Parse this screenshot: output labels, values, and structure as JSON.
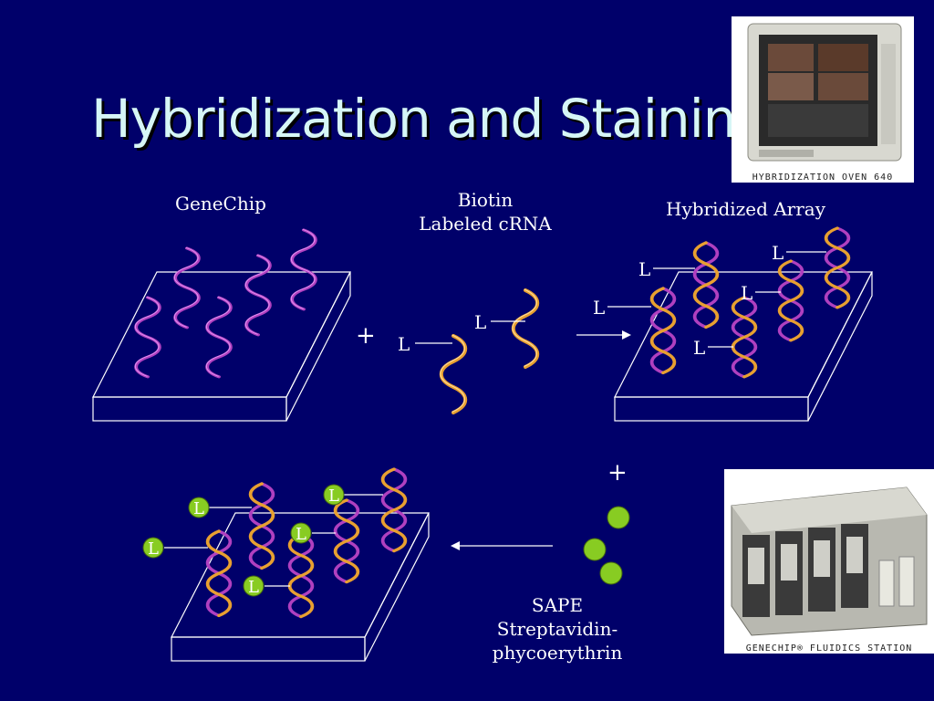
{
  "slide": {
    "title": "Hybridization and Staining"
  },
  "labels": {
    "genechip": "GeneChip",
    "biotin_line1": "Biotin",
    "biotin_line2": "Labeled cRNA",
    "hybridized": "Hybridized Array",
    "plus": "+",
    "sape_line1": "SAPE",
    "sape_line2": "Streptavidin-",
    "sape_line3": "phycoerythrin",
    "ligand": "L"
  },
  "photos": {
    "oven_caption": "HYBRIDIZATION OVEN 640",
    "fluidics_caption": "GENECHIP® FLUIDICS STATION"
  },
  "colors": {
    "background": "#00006a",
    "title": "#d6f6f6",
    "probe_strand": "#b040c0",
    "crna_strand": "#e8a030",
    "sape_dot": "#88cc22"
  }
}
